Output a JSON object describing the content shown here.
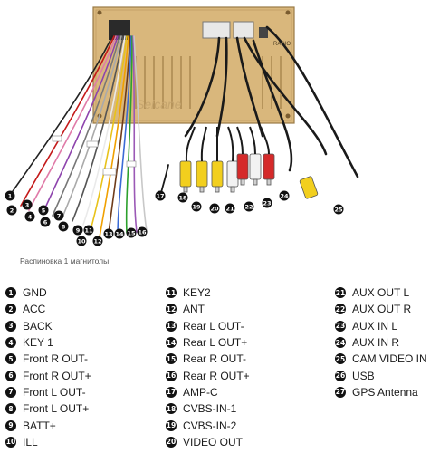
{
  "watermark": "Seicane",
  "port_label": "RADIO",
  "caption": "Распиновка 1 магнитолы",
  "legend": [
    {
      "n": "1",
      "label": "GND"
    },
    {
      "n": "2",
      "label": "ACC"
    },
    {
      "n": "3",
      "label": "BACK"
    },
    {
      "n": "4",
      "label": "KEY 1"
    },
    {
      "n": "5",
      "label": "Front R OUT-"
    },
    {
      "n": "6",
      "label": "Front R OUT+"
    },
    {
      "n": "7",
      "label": "Front L OUT-"
    },
    {
      "n": "8",
      "label": "Front L OUT+"
    },
    {
      "n": "9",
      "label": "BATT+"
    },
    {
      "n": "10",
      "label": "ILL"
    },
    {
      "n": "11",
      "label": "KEY2"
    },
    {
      "n": "12",
      "label": "ANT"
    },
    {
      "n": "13",
      "label": "Rear L OUT-"
    },
    {
      "n": "14",
      "label": "Rear L OUT+"
    },
    {
      "n": "15",
      "label": "Rear R OUT-"
    },
    {
      "n": "16",
      "label": "Rear R OUT+"
    },
    {
      "n": "17",
      "label": "AMP-C"
    },
    {
      "n": "18",
      "label": "CVBS-IN-1"
    },
    {
      "n": "19",
      "label": "CVBS-IN-2"
    },
    {
      "n": "20",
      "label": "VIDEO OUT"
    },
    {
      "n": "21",
      "label": "AUX OUT L"
    },
    {
      "n": "22",
      "label": "AUX OUT R"
    },
    {
      "n": "23",
      "label": "AUX IN L"
    },
    {
      "n": "24",
      "label": "AUX IN R"
    },
    {
      "n": "25",
      "label": "CAM VIDEO IN"
    },
    {
      "n": "26",
      "label": "USB"
    },
    {
      "n": "27",
      "label": "GPS Antenna"
    }
  ],
  "colors": {
    "panel": "#d9b77c",
    "badge": "#111111",
    "rca_yellow": "#f2cf1e",
    "rca_red": "#d52a2a",
    "rca_white": "#f2f2f2"
  }
}
